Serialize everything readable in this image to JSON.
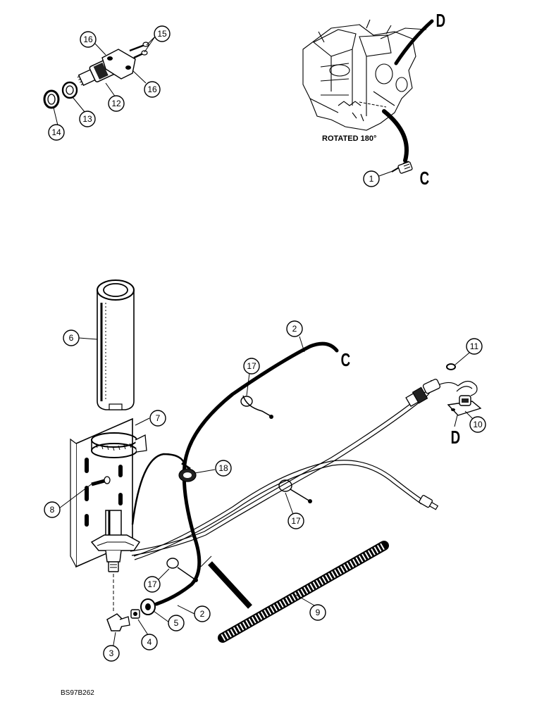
{
  "rotation_note": "ROTATED 180°",
  "ref_letters": {
    "C": "C",
    "D": "D"
  },
  "drawing_code": "BS97B262",
  "callouts": {
    "c1": "1",
    "c2a": "2",
    "c2b": "2",
    "c3": "3",
    "c4": "4",
    "c5": "5",
    "c6": "6",
    "c7": "7",
    "c8": "8",
    "c9": "9",
    "c10": "10",
    "c11": "11",
    "c12": "12",
    "c13": "13",
    "c14": "14",
    "c15": "15",
    "c16a": "16",
    "c16b": "16",
    "c17a": "17",
    "c17b": "17",
    "c17c": "17",
    "c18": "18"
  }
}
